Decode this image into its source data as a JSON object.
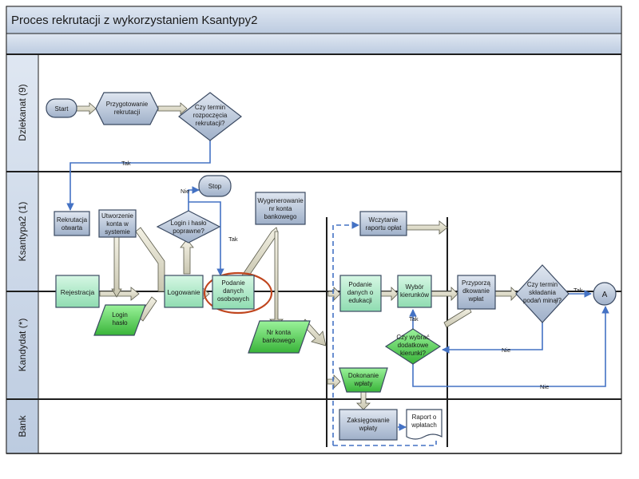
{
  "title": "Proces rekrutacji z wykorzystaniem Ksantypy2",
  "lanes": [
    {
      "key": "dziekanat",
      "label": "Dziekanat (9)"
    },
    {
      "key": "ksantypa",
      "label": "Ksantypa2 (1)"
    },
    {
      "key": "kandydat",
      "label": "Kandydat (*)"
    },
    {
      "key": "bank",
      "label": "Bank"
    }
  ],
  "nodes": {
    "start": [
      "Start"
    ],
    "przygotowanie": [
      "Przygotowanie",
      "rekrutacji"
    ],
    "czy_termin_rozpoczecia": [
      "Czy termin",
      "rozpoczęcia",
      "rekrutacji?"
    ],
    "rekrutacja_otwarta": [
      "Rekrutacja",
      "otwarta"
    ],
    "utworzenie_konta": [
      "Utworzenie",
      "konta w",
      "systemie"
    ],
    "login_poprawne": [
      "Login i hasło",
      "poprawne?"
    ],
    "stop": [
      "Stop"
    ],
    "wygenerowanie": [
      "Wygenerowanie",
      "nr konta",
      "bankowego"
    ],
    "wczytanie_raportu": [
      "Wczytanie",
      "raportu opłat"
    ],
    "rejestracja": [
      "Rejestracja"
    ],
    "login_haslo": [
      "Login",
      "hasło"
    ],
    "logowanie": [
      "Logowanie"
    ],
    "podanie_danych_osobowych": [
      "Podanie",
      "danych",
      "osobowych"
    ],
    "nr_konta_bankowego": [
      "Nr konta",
      "bankowego"
    ],
    "podanie_danych_edukacji": [
      "Podanie",
      "danych o",
      "edukacji"
    ],
    "wybor_kierunkow": [
      "Wybór",
      "kierunków"
    ],
    "przyporzadkowanie": [
      "Przyporzą",
      "dkowanie",
      "wpłat"
    ],
    "czy_termin_skladania": [
      "Czy termin",
      "składania",
      "podań minął?"
    ],
    "connector_a": [
      "A"
    ],
    "czy_wybrac": [
      "Czy wybrać",
      "dodatkowe",
      "kierunki?"
    ],
    "dokonanie_wplaty": [
      "Dokonanie",
      "wpłaty"
    ],
    "zaksiegowanie": [
      "Zaksięgowanie",
      "wpłaty"
    ],
    "raport_o_wplatach": [
      "Raport o",
      "wpłatach"
    ]
  },
  "edge_labels": {
    "tak_top": "Tak",
    "nie_stop": "Nie",
    "tak_login": "Tak",
    "tak_wybrac": "Tak",
    "nie_mid": "Nie",
    "tak_termin": "Tak",
    "nie_bottom": "Nie"
  },
  "colors": {
    "blue_gray_fill": "#b9c4d6",
    "blue_gray_stroke": "#3b4a62",
    "light_green_fill": "#a8e6c4",
    "green_fill": "#5fd15f",
    "header_fill": "#c9d5e6",
    "connector_blue": "#4472c4",
    "highlight_red": "#c0461e"
  }
}
